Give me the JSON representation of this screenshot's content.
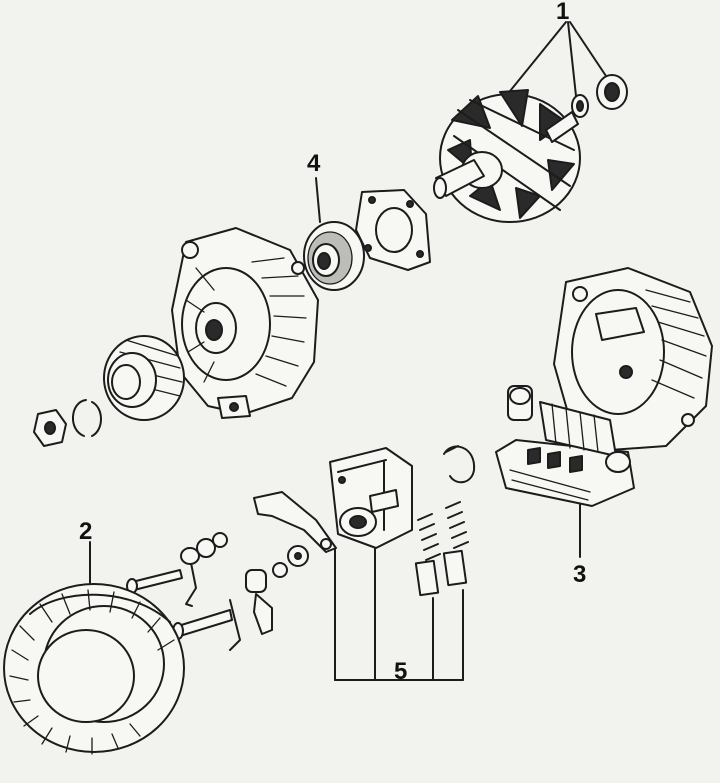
{
  "callouts": {
    "rotor": "1",
    "stator": "2",
    "rectifier": "3",
    "bearing": "4",
    "brush_holder": "5"
  },
  "colors": {
    "paper": "#f2f2ef",
    "ink": "#1c1c1c"
  }
}
